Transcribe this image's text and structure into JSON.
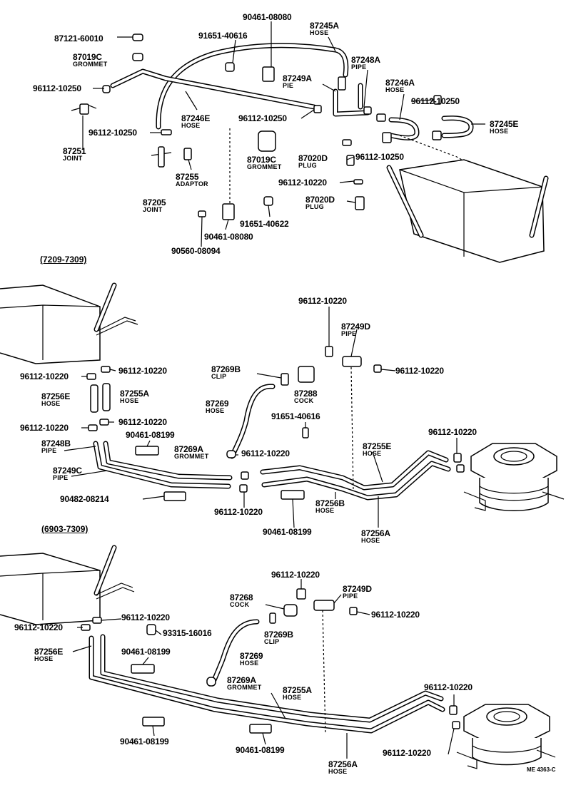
{
  "sections": {
    "top": {
      "labels": [
        {
          "id": "p90461_08080a",
          "pn": "90461-08080"
        },
        {
          "id": "p87245A",
          "pn": "87245A",
          "nm": "HOSE"
        },
        {
          "id": "p87121",
          "pn": "87121-60010"
        },
        {
          "id": "p91651_40616a",
          "pn": "91651-40616"
        },
        {
          "id": "p87248A",
          "pn": "87248A",
          "nm": "PIPE"
        },
        {
          "id": "p87019C_a",
          "pn": "87019C",
          "nm": "GROMMET"
        },
        {
          "id": "p87249A",
          "pn": "87249A",
          "nm": "PIE"
        },
        {
          "id": "p87246A",
          "pn": "87246A",
          "nm": "HOSE"
        },
        {
          "id": "p96112_10250_a",
          "pn": "96112-10250"
        },
        {
          "id": "p96112_10250_b",
          "pn": "96112-10250"
        },
        {
          "id": "p87246E",
          "pn": "87246E",
          "nm": "HOSE"
        },
        {
          "id": "p96112_10250_c",
          "pn": "96112-10250"
        },
        {
          "id": "p87245E",
          "pn": "87245E",
          "nm": "HOSE"
        },
        {
          "id": "p96112_10250_d",
          "pn": "96112-10250"
        },
        {
          "id": "p87251",
          "pn": "87251",
          "nm": "JOINT"
        },
        {
          "id": "p87019C_b",
          "pn": "87019C",
          "nm": "GROMMET"
        },
        {
          "id": "p87020D_a",
          "pn": "87020D",
          "nm": "PLUG"
        },
        {
          "id": "p96112_10250_e",
          "pn": "96112-10250"
        },
        {
          "id": "p87255",
          "pn": "87255",
          "nm": "ADAPTOR"
        },
        {
          "id": "p96112_10220_a",
          "pn": "96112-10220"
        },
        {
          "id": "p87205",
          "pn": "87205",
          "nm": "JOINT"
        },
        {
          "id": "p87020D_b",
          "pn": "87020D",
          "nm": "PLUG"
        },
        {
          "id": "p91651_40622",
          "pn": "91651-40622"
        },
        {
          "id": "p90461_08080b",
          "pn": "90461-08080"
        },
        {
          "id": "p90560_08094",
          "pn": "90560-08094"
        }
      ]
    },
    "middle": {
      "title": "(7209-7309)",
      "labels": [
        {
          "id": "m96112_10220_a",
          "pn": "96112-10220"
        },
        {
          "id": "m87249D",
          "pn": "87249D",
          "nm": "PIPE"
        },
        {
          "id": "m96112_10220_b",
          "pn": "96112-10220"
        },
        {
          "id": "m96112_10220_c",
          "pn": "96112-10220"
        },
        {
          "id": "m87269B",
          "pn": "87269B",
          "nm": "CLIP"
        },
        {
          "id": "m96112_10220_d",
          "pn": "96112-10220"
        },
        {
          "id": "m87288",
          "pn": "87288",
          "nm": "COCK"
        },
        {
          "id": "m87256E",
          "pn": "87256E",
          "nm": "HOSE"
        },
        {
          "id": "m87255A",
          "pn": "87255A",
          "nm": "HOSE"
        },
        {
          "id": "m87269",
          "pn": "87269",
          "nm": "HOSE"
        },
        {
          "id": "m91651_40616",
          "pn": "91651-40616"
        },
        {
          "id": "m96112_10220_e",
          "pn": "96112-10220"
        },
        {
          "id": "m96112_10220_f",
          "pn": "96112-10220"
        },
        {
          "id": "m90461_08199_a",
          "pn": "90461-08199"
        },
        {
          "id": "m96112_10220_g",
          "pn": "96112-10220"
        },
        {
          "id": "m87248B",
          "pn": "87248B",
          "nm": "PIPE"
        },
        {
          "id": "m87269A",
          "pn": "87269A",
          "nm": "GROMMET"
        },
        {
          "id": "m96112_10220_h",
          "pn": "96112-10220"
        },
        {
          "id": "m87255E",
          "pn": "87255E",
          "nm": "HOSE"
        },
        {
          "id": "m87249C",
          "pn": "87249C",
          "nm": "PIPE"
        },
        {
          "id": "m90482_08214",
          "pn": "90482-08214"
        },
        {
          "id": "m87256B",
          "pn": "87256B",
          "nm": "HOSE"
        },
        {
          "id": "m96112_10220_i",
          "pn": "96112-10220"
        },
        {
          "id": "m90461_08199_b",
          "pn": "90461-08199"
        },
        {
          "id": "m87256A",
          "pn": "87256A",
          "nm": "HOSE"
        }
      ]
    },
    "bottom": {
      "title": "(6903-7309)",
      "labels": [
        {
          "id": "b96112_10220_a",
          "pn": "96112-10220"
        },
        {
          "id": "b87268",
          "pn": "87268",
          "nm": "COCK"
        },
        {
          "id": "b87249D",
          "pn": "87249D",
          "nm": "PIPE"
        },
        {
          "id": "b96112_10220_b",
          "pn": "96112-10220"
        },
        {
          "id": "b96112_10220_c",
          "pn": "96112-10220"
        },
        {
          "id": "b96112_10220_d",
          "pn": "96112-10220"
        },
        {
          "id": "b93315_16016",
          "pn": "93315-16016"
        },
        {
          "id": "b87269B",
          "pn": "87269B",
          "nm": "CLIP"
        },
        {
          "id": "b87256E",
          "pn": "87256E",
          "nm": "HOSE"
        },
        {
          "id": "b90461_08199_a",
          "pn": "90461-08199"
        },
        {
          "id": "b87269",
          "pn": "87269",
          "nm": "HOSE"
        },
        {
          "id": "b87269A",
          "pn": "87269A",
          "nm": "GROMMET"
        },
        {
          "id": "b87255A",
          "pn": "87255A",
          "nm": "HOSE"
        },
        {
          "id": "b96112_10220_e",
          "pn": "96112-10220"
        },
        {
          "id": "b90461_08199_b",
          "pn": "90461-08199"
        },
        {
          "id": "b90461_08199_c",
          "pn": "90461-08199"
        },
        {
          "id": "b96112_10220_f",
          "pn": "96112-10220"
        },
        {
          "id": "b87256A",
          "pn": "87256A",
          "nm": "HOSE"
        }
      ]
    }
  },
  "footer": {
    "code": "ME 4363-C"
  }
}
